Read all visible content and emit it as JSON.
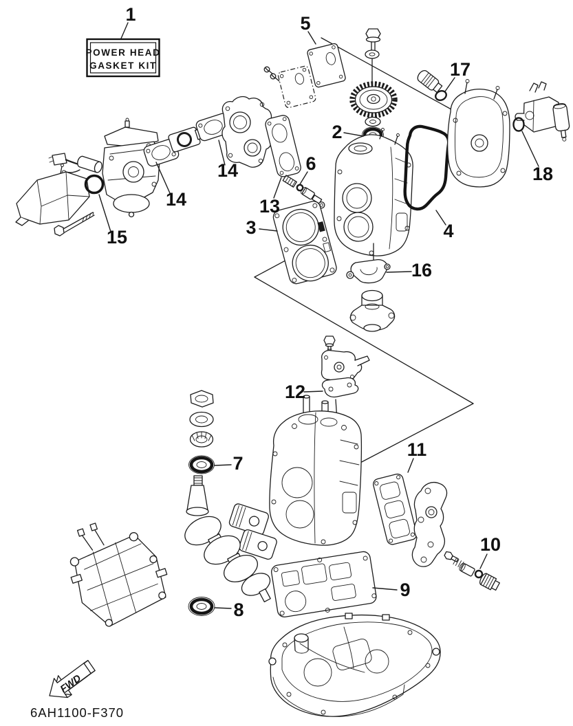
{
  "kit_label": {
    "line1": "POWER HEAD",
    "line2": "GASKET KIT"
  },
  "callouts": {
    "c1": "1",
    "c2": "2",
    "c3": "3",
    "c4": "4",
    "c5": "5",
    "c6": "6",
    "c7": "7",
    "c8": "8",
    "c9": "9",
    "c10": "10",
    "c11": "11",
    "c12": "12",
    "c13": "13",
    "c14": "14",
    "c15": "15",
    "c16": "16",
    "c17": "17",
    "c18": "18"
  },
  "fwd": {
    "label": "FWD"
  },
  "footer": {
    "drawing_code": "6AH1100-F370"
  }
}
